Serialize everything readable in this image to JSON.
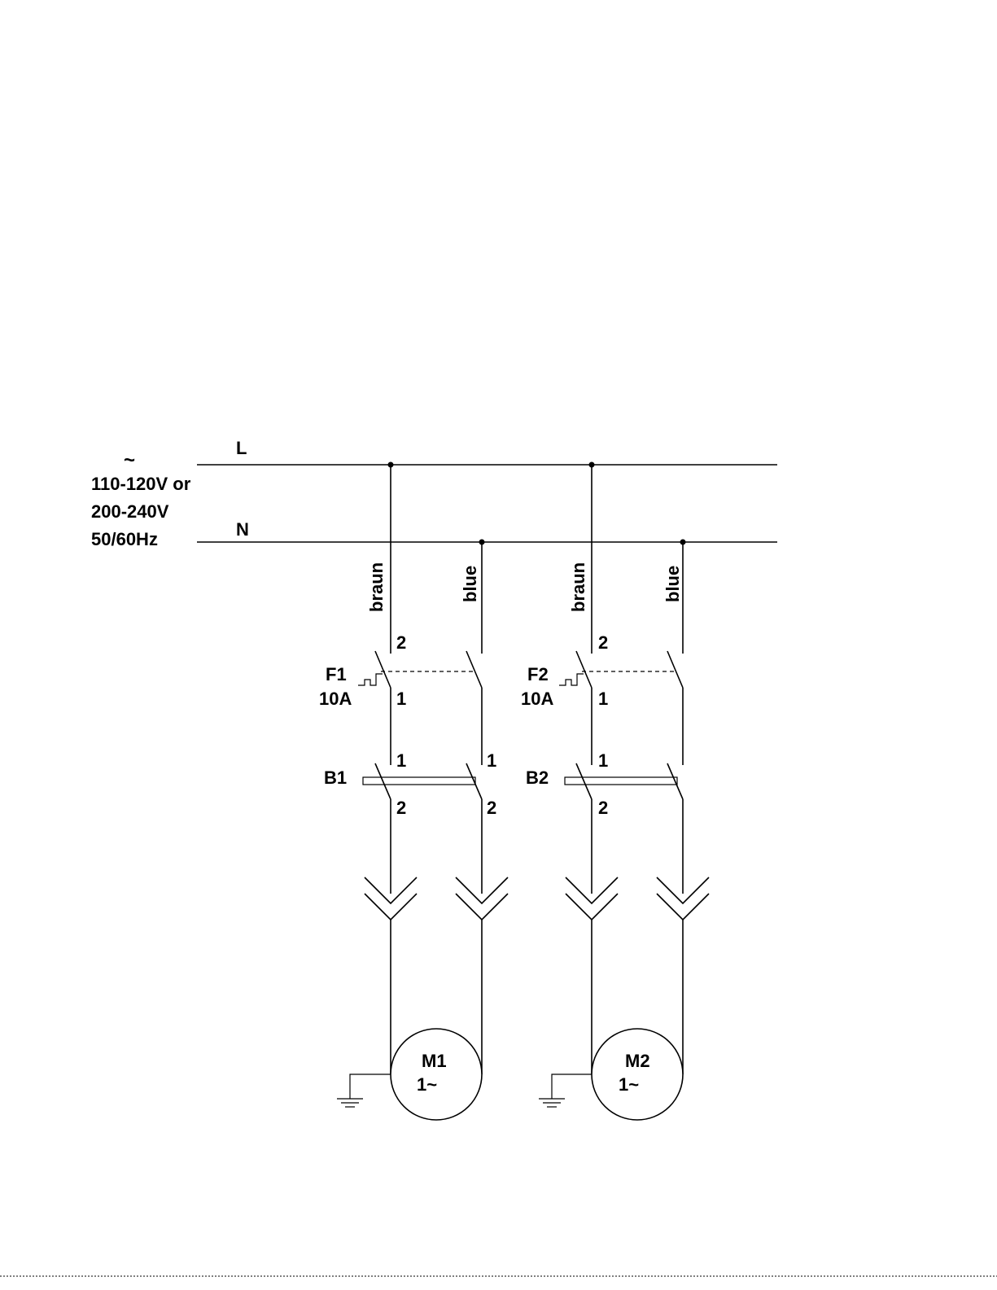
{
  "supply": {
    "symbol": "~",
    "voltage_line1": "110-120V or",
    "voltage_line2": "200-240V",
    "frequency": "50/60Hz",
    "line_label": "L",
    "neutral_label": "N"
  },
  "branches": [
    {
      "wire_labels": [
        "braun",
        "blue"
      ],
      "breaker": {
        "name": "F1",
        "rating": "10A",
        "terminal_top": "2",
        "terminal_bottom": "1"
      },
      "switch": {
        "name": "B1",
        "terminals_top": [
          "1",
          "1"
        ],
        "terminals_bottom": [
          "2",
          "2"
        ]
      },
      "motor": {
        "name": "M1",
        "type": "1~"
      }
    },
    {
      "wire_labels": [
        "braun",
        "blue"
      ],
      "breaker": {
        "name": "F2",
        "rating": "10A",
        "terminal_top": "2",
        "terminal_bottom": "1"
      },
      "switch": {
        "name": "B2",
        "terminals_top": [
          "1"
        ],
        "terminals_bottom": [
          "2"
        ]
      },
      "motor": {
        "name": "M2",
        "type": "1~"
      }
    }
  ]
}
